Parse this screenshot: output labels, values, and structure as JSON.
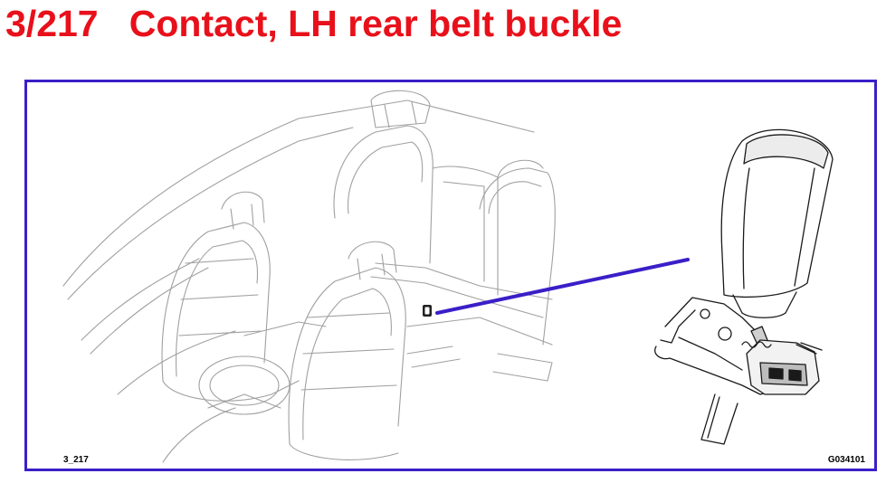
{
  "title": "3/217   Contact, LH rear belt buckle",
  "diagram": {
    "ref_left": "3_217",
    "ref_right": "G034101",
    "colors": {
      "title": "#e8101a",
      "frame": "#3a1fc8",
      "leader": "#3a1fc8",
      "line_light": "#9a9a9a",
      "line_dark": "#1a1a1a"
    },
    "icons": [
      "seat-interior-illustration",
      "belt-buckle-detail-illustration",
      "contact-marker-icon"
    ]
  }
}
